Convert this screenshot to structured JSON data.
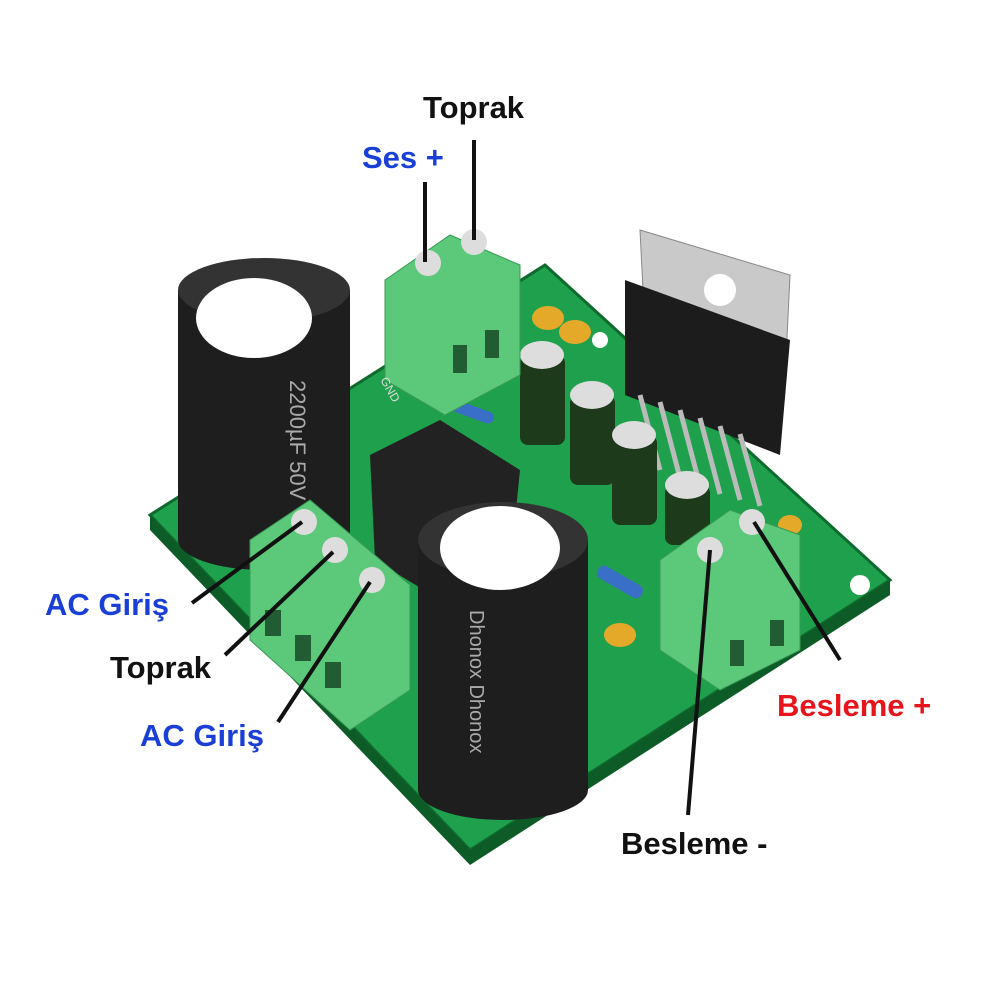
{
  "labels": {
    "top_ground": "Toprak",
    "audio_plus": "Ses +",
    "ac_input_1": "AC Giriş",
    "middle_ground": "Toprak",
    "ac_input_2": "AC Giriş",
    "supply_plus": "Besleme +",
    "supply_minus": "Besleme -"
  },
  "board_markings": {
    "gnd": "GND",
    "capacitor_value": "2200µF 50V",
    "capacitor_brand": "Dhonox"
  },
  "colors": {
    "blue_label": "#1a3fd6",
    "black_label": "#111111",
    "red_label": "#e8141c",
    "pcb": "#1fa04c",
    "terminal": "#5cc87a"
  }
}
